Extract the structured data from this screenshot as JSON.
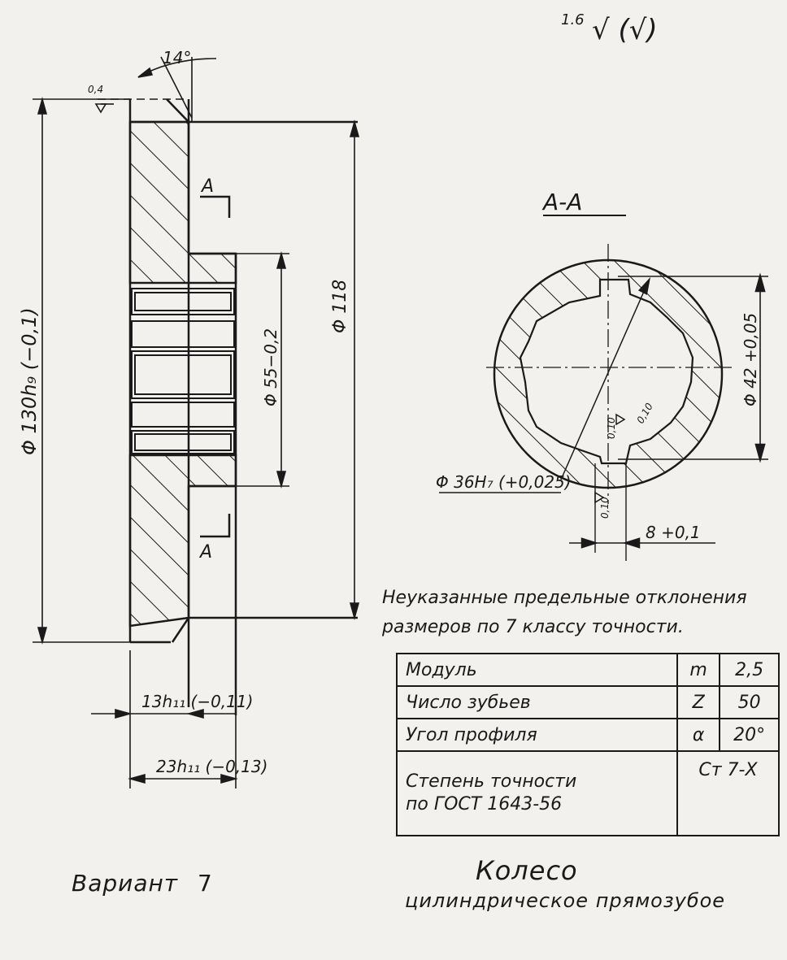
{
  "surface": {
    "roughness_value": "1.6",
    "roughness_marks": "√ (√)"
  },
  "section_view": {
    "chamfer_label": "0,4",
    "angle_label": "14°",
    "d_outer": "Φ 130h₉ (−0,1)",
    "d_hub": "Φ 118",
    "d_bore": "Φ 55−0,2",
    "section_mark_top": "A",
    "section_mark_bottom": "A",
    "width_hub": "13h₁₁ (−0,11)",
    "width_total": "23h₁₁ (−0,13)"
  },
  "section_aa": {
    "title": "A-A",
    "d_spline_outer": "Φ 42 +0,05",
    "d_spline_inner": "Φ 36H₇ (+0,025)",
    "spline_width": "8 +0,1",
    "tol_a": "0,10",
    "tol_b": "0,10",
    "tol_c": "0,10"
  },
  "note": {
    "line1": "Неуказанные предельные отклонения",
    "line2": "размеров по 7 классу точности."
  },
  "params": {
    "rows": [
      {
        "name": "Модуль",
        "symbol": "m",
        "value": "2,5"
      },
      {
        "name": "Число зубьев",
        "symbol": "Z",
        "value": "50"
      },
      {
        "name": "Угол профиля",
        "symbol": "α",
        "value": "20°"
      }
    ],
    "accuracy_line1": "Степень точности",
    "accuracy_line2": "по ГОСТ 1643-56",
    "accuracy_value": "Ст 7-Х"
  },
  "variant": {
    "label": "Вариант",
    "number": "7"
  },
  "title": {
    "main": "Колесо",
    "sub": "цилиндрическое прямозубое"
  }
}
